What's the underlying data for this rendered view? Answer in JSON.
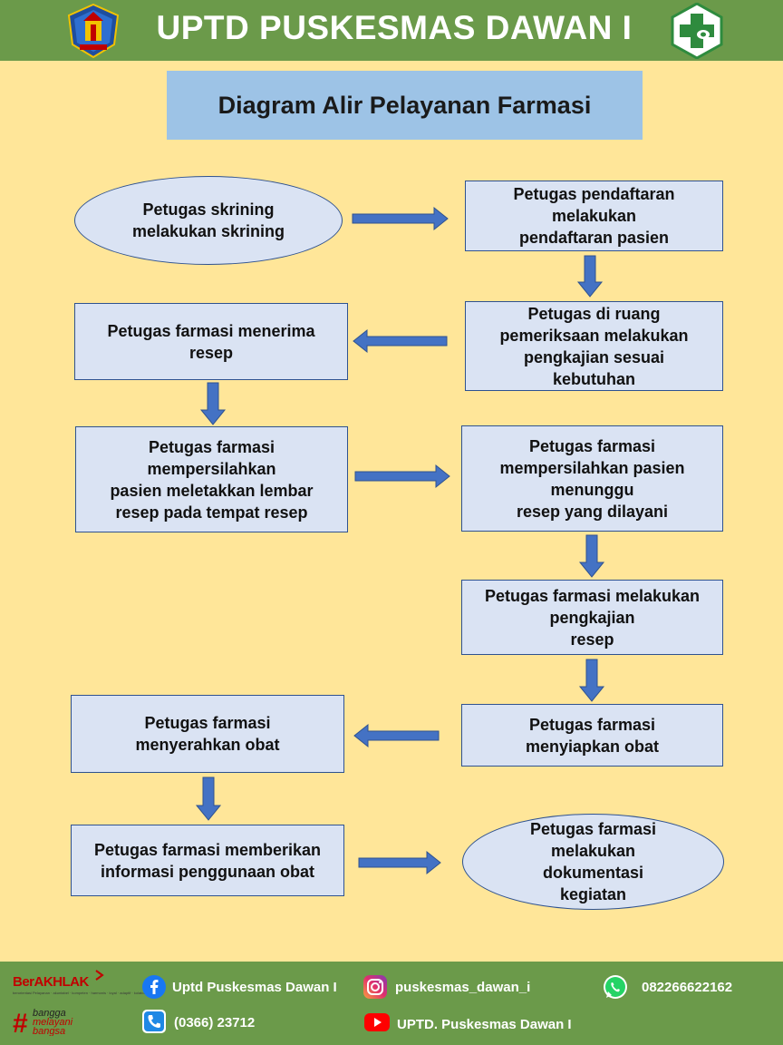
{
  "header": {
    "title": "UPTD PUSKESMAS DAWAN I"
  },
  "diagram_title": "Diagram Alir Pelayanan Farmasi",
  "nodes": {
    "n1": "Petugas skrining\nmelakukan skrining",
    "n2": "Petugas pendaftaran\nmelakukan\npendaftaran pasien",
    "n3": "Petugas di ruang\npemeriksaan melakukan\npengkajian sesuai\nkebutuhan",
    "n4": "Petugas farmasi menerima\nresep",
    "n5": "Petugas farmasi\nmempersilahkan\npasien meletakkan lembar\nresep pada tempat resep",
    "n6": "Petugas farmasi\nmempersilahkan pasien\nmenunggu\nresep yang dilayani",
    "n7": "Petugas farmasi melakukan\npengkajian\nresep",
    "n8": "Petugas farmasi\nmenyiapkan obat",
    "n9": "Petugas farmasi\nmenyerahkan obat",
    "n10": "Petugas farmasi memberikan\ninformasi penggunaan obat",
    "n11": "Petugas farmasi\nmelakukan\ndokumentasi\nkegiatan"
  },
  "footer": {
    "brand_berakhlak": "BerAKHLAK",
    "brand_berakhlak_sub": "berorientasi Pelayanan · akuntabel · kompeten · harmonis · loyal · adaptif · kolaboratif",
    "brand_bangga": [
      "bangga",
      "melayani",
      "bangsa"
    ],
    "facebook": "Uptd Puskesmas Dawan I",
    "instagram": "puskesmas_dawan_i",
    "whatsapp": "082266622162",
    "phone": "(0366) 23712",
    "youtube": "UPTD. Puskesmas Dawan I"
  },
  "colors": {
    "background": "#FFE699",
    "header_footer": "#6B9A4A",
    "title_box": "#9DC3E6",
    "node_fill": "#DAE3F3",
    "node_border": "#2F528F",
    "arrow": "#4472C4"
  }
}
